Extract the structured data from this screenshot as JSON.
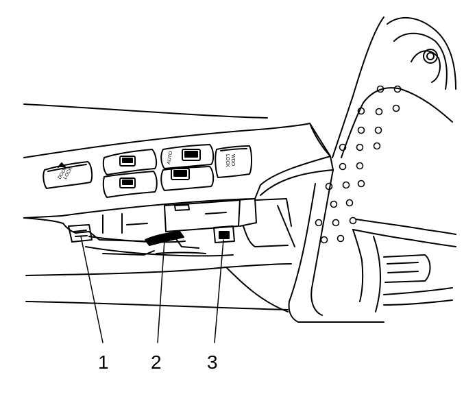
{
  "diagram": {
    "callouts": [
      {
        "id": "1",
        "label": "1"
      },
      {
        "id": "2",
        "label": "2"
      },
      {
        "id": "3",
        "label": "3"
      }
    ],
    "switch_labels": {
      "door_lock": [
        "DOOR",
        "LOCK"
      ],
      "window_lock": [
        "WDO",
        "LOCK"
      ],
      "auto": "AUTO"
    }
  }
}
